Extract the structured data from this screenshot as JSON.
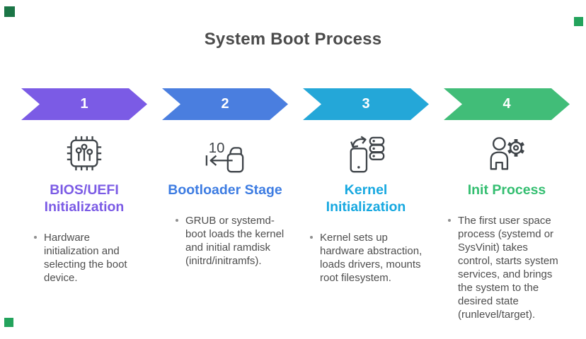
{
  "page": {
    "title": "System Boot Process"
  },
  "palette": {
    "title_text": "#4B4B4B",
    "body_text": "#4E4E4E",
    "bullet_dot": "#8F8F8F",
    "icon_stroke": "#3F4449",
    "corner_square_dark_green": "#1B7546",
    "corner_square_green": "#23A35C"
  },
  "stages": [
    {
      "number": "1",
      "arrow_color": "#7B5BE5",
      "heading": "BIOS/UEFI\nInitialization",
      "heading_color": "#7B5BE5",
      "icon": "cpu-chip-icon",
      "bullets": [
        "Hardware\ninitialization and\nselecting the boot\ndevice."
      ]
    },
    {
      "number": "2",
      "arrow_color": "#4A7EDF",
      "heading": "Bootloader Stage",
      "heading_color": "#3D7CE2",
      "icon": "boot-load-arrow-icon",
      "bullets": [
        "GRUB or systemd-\nboot loads the kernel\nand initial ramdisk\n(initrd/initramfs)."
      ]
    },
    {
      "number": "3",
      "arrow_color": "#24A7D8",
      "heading": "Kernel\nInitialization",
      "heading_color": "#17A8E0",
      "icon": "device-sync-server-icon",
      "bullets": [
        "Kernel sets up\nhardware abstraction,\nloads drivers, mounts\nroot filesystem."
      ]
    },
    {
      "number": "4",
      "arrow_color": "#41BD78",
      "heading": "Init Process",
      "heading_color": "#33BE70",
      "icon": "user-gear-icon",
      "bullets": [
        "The first user space\nprocess (systemd or\nSysVinit) takes\ncontrol, starts system\nservices, and brings\nthe system to the\ndesired state\n(runlevel/target)."
      ]
    }
  ]
}
